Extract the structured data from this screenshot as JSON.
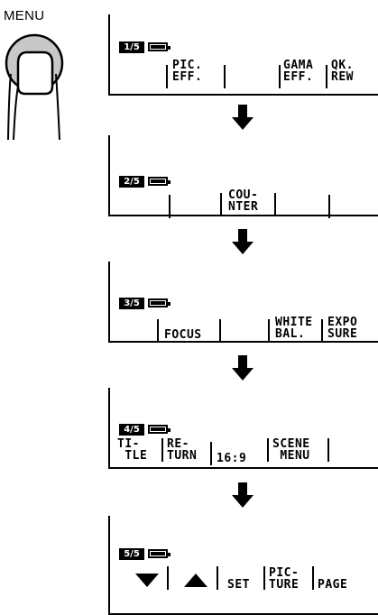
{
  "menu_label": "MENU",
  "screens": [
    {
      "page": "1/5",
      "items": [
        "PIC.\nEFF.",
        "",
        "GAMA\nEFF.",
        "QK.\nREW"
      ]
    },
    {
      "page": "2/5",
      "items": [
        "",
        "COU-\nNTER",
        "",
        ""
      ]
    },
    {
      "page": "3/5",
      "items": [
        "FOCUS",
        "",
        "WHITE\nBAL.",
        "EXPO\nSURE"
      ]
    },
    {
      "page": "4/5",
      "items": [
        "TI-\n TLE",
        "RE-\nTURN",
        "16:9",
        "SCENE\n MENU"
      ]
    },
    {
      "page": "5/5",
      "items": [
        "down-triangle-icon",
        "up-triangle-icon",
        "SET",
        "PIC-\nTURE",
        "PAGE"
      ]
    }
  ],
  "icons": [
    "pressing-finger-icon",
    "battery-icon",
    "down-arrow-icon"
  ]
}
